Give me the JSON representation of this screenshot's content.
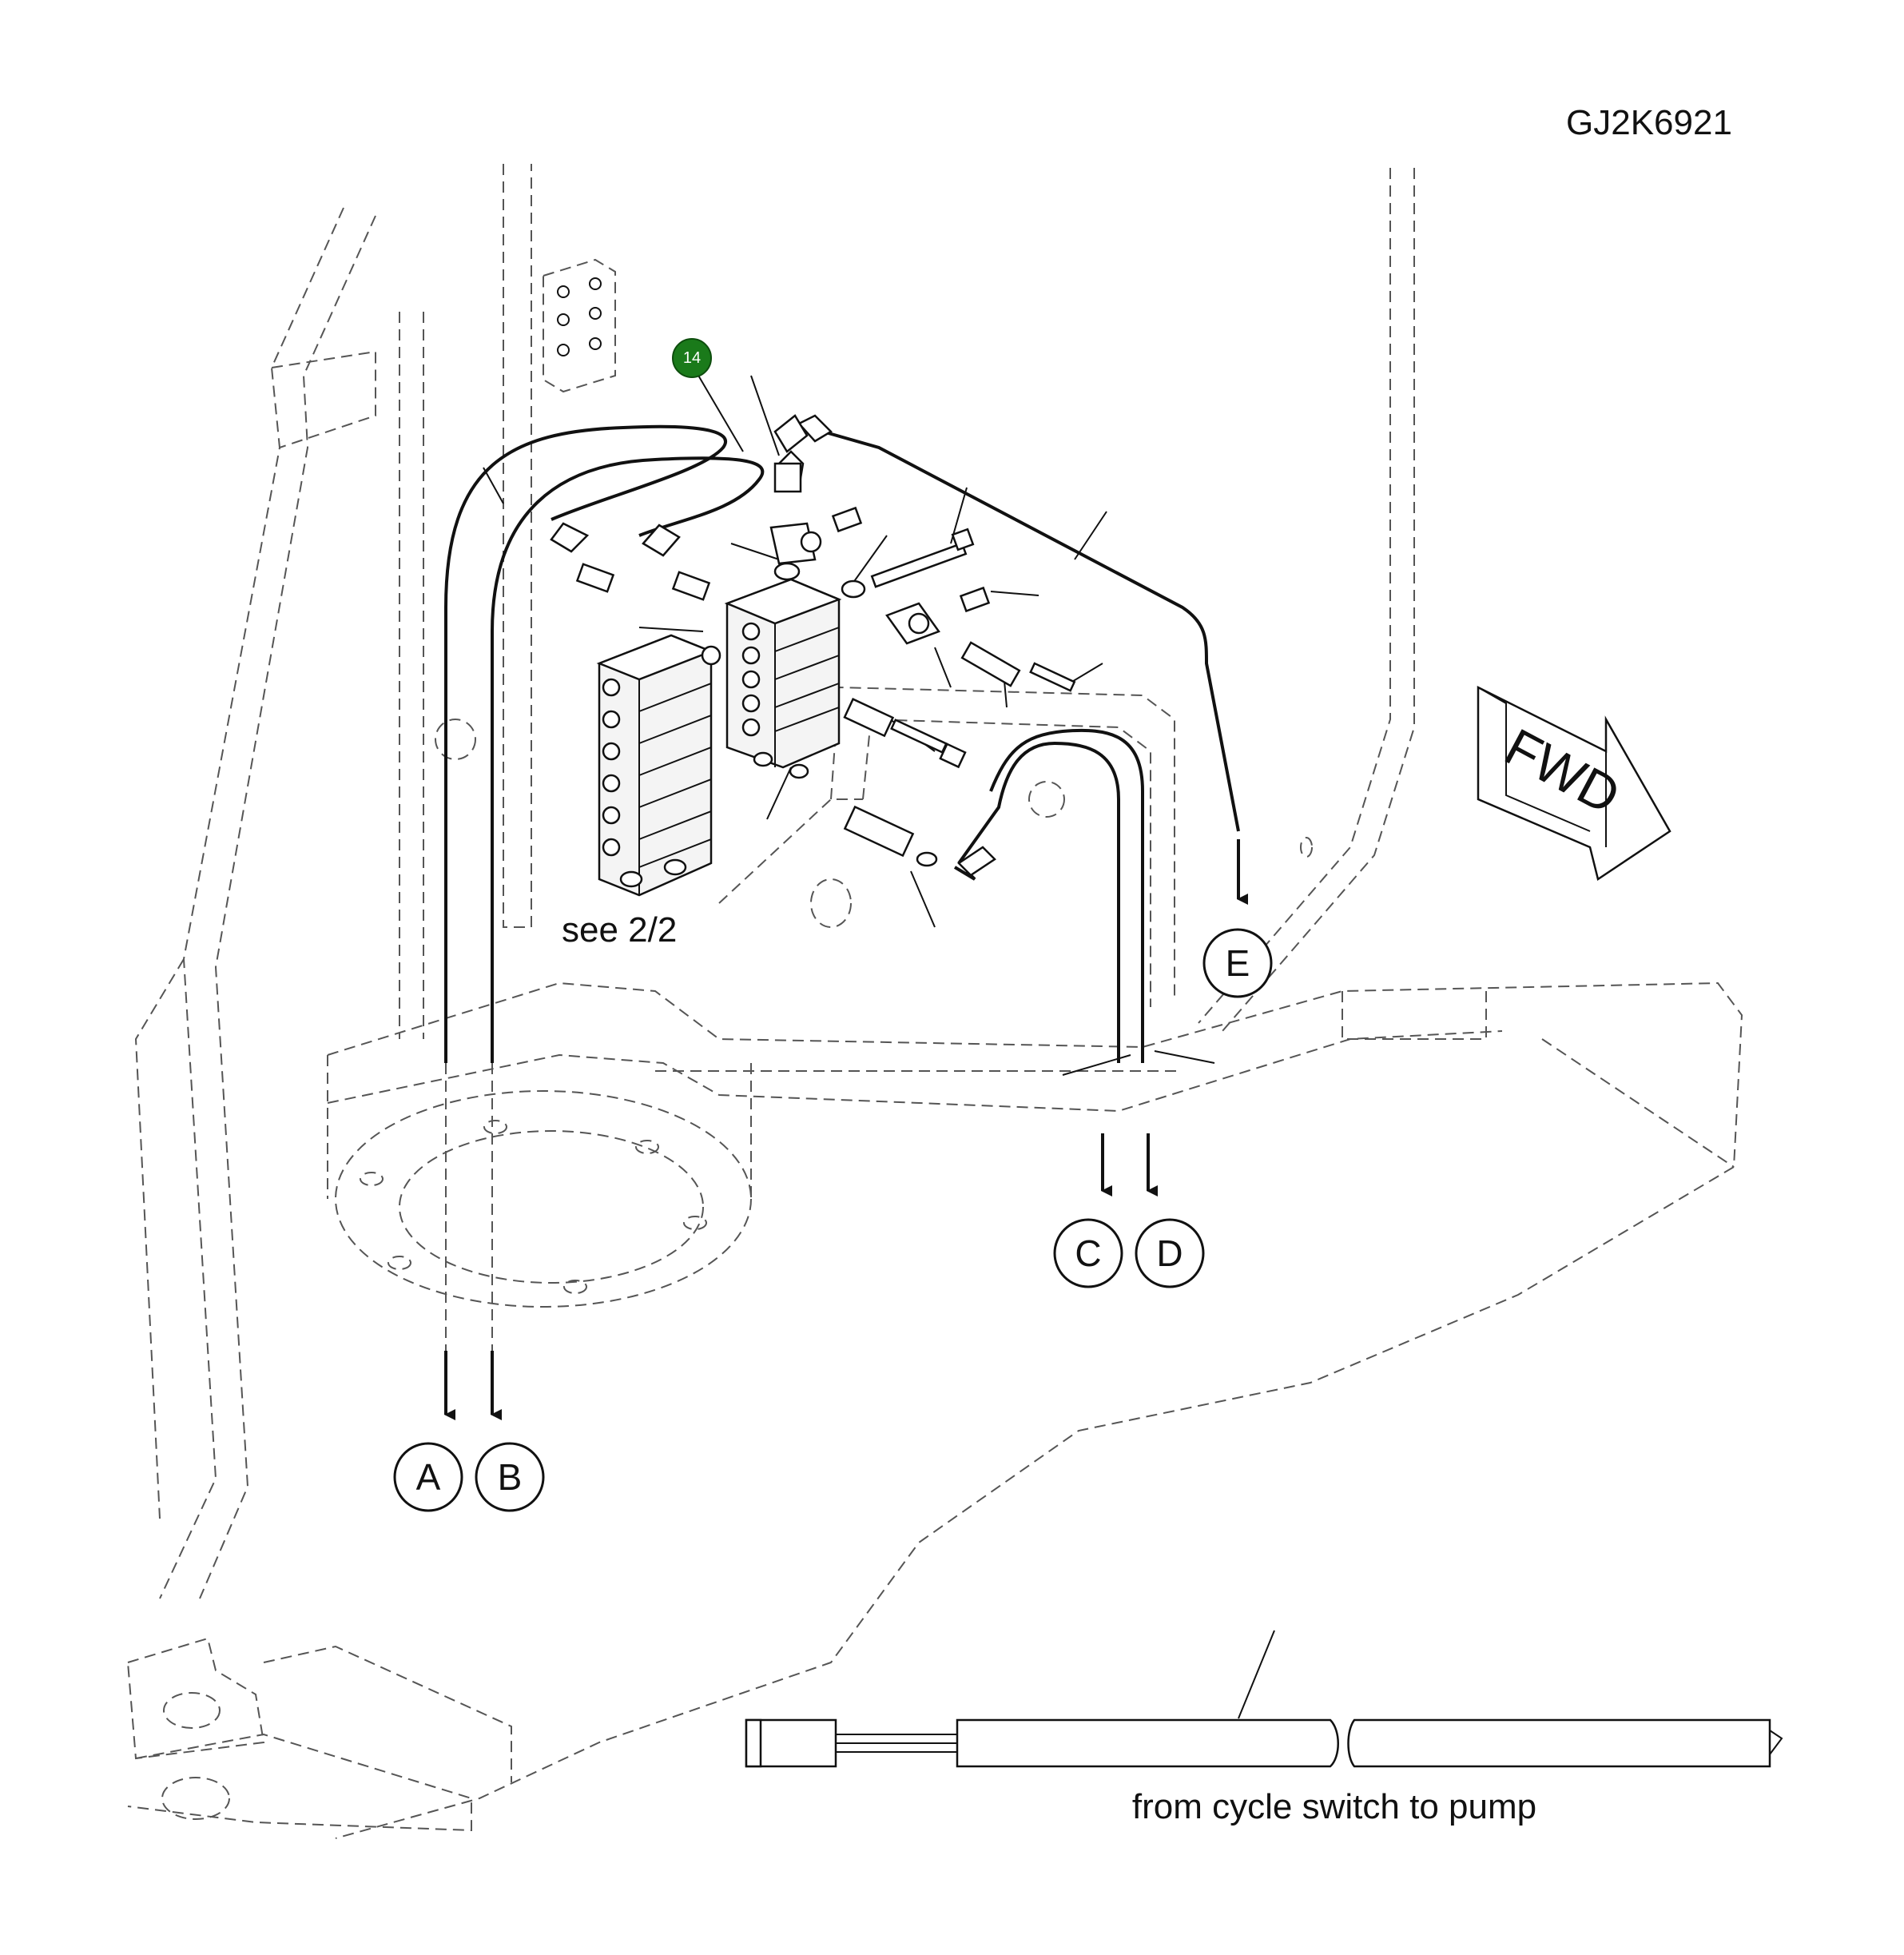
{
  "drawing_id": "GJ2K6921",
  "part_marker": {
    "label": "14",
    "color": "#1a7a1a"
  },
  "see_reference": "see 2/2",
  "callouts": [
    "A",
    "B",
    "C",
    "D",
    "E"
  ],
  "direction_arrow": "FWD",
  "cable_caption": "from cycle switch to pump"
}
